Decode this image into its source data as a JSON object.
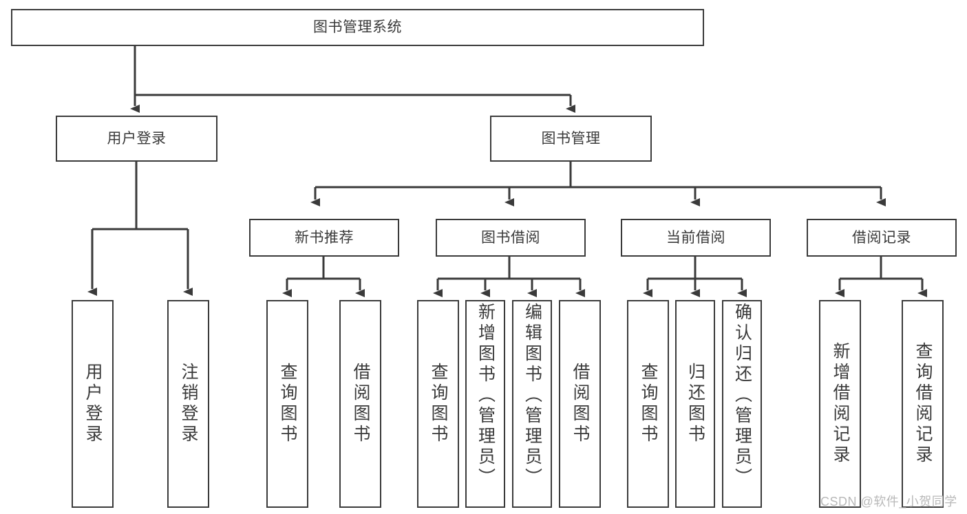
{
  "diagram": {
    "title": "图书管理系统",
    "type": "tree-hierarchy",
    "root": {
      "label": "图书管理系统"
    },
    "level1": [
      {
        "label": "用户登录"
      },
      {
        "label": "图书管理"
      }
    ],
    "level2": [
      {
        "label": "新书推荐"
      },
      {
        "label": "图书借阅"
      },
      {
        "label": "当前借阅"
      },
      {
        "label": "借阅记录"
      }
    ],
    "leaves": {
      "user_login": [
        {
          "label": "用户登录"
        },
        {
          "label": "注销登录"
        }
      ],
      "new_book_recommend": [
        {
          "label": "查询图书"
        },
        {
          "label": "借阅图书"
        }
      ],
      "book_borrow": [
        {
          "label": "查询图书"
        },
        {
          "label": "新增图书（管理员）"
        },
        {
          "label": "编辑图书（管理员）"
        },
        {
          "label": "借阅图书"
        }
      ],
      "current_borrow": [
        {
          "label": "查询图书"
        },
        {
          "label": "归还图书"
        },
        {
          "label": "确认归还（管理员）"
        }
      ],
      "borrow_record": [
        {
          "label": "新增借阅记录"
        },
        {
          "label": "查询借阅记录"
        }
      ]
    }
  },
  "watermark": {
    "text": "CSDN @软件_小贺同学"
  },
  "colors": {
    "stroke": "#3a3a3a",
    "fill": "#ffffff",
    "text": "#3a3a3a",
    "watermark": "#b9b9b9"
  }
}
